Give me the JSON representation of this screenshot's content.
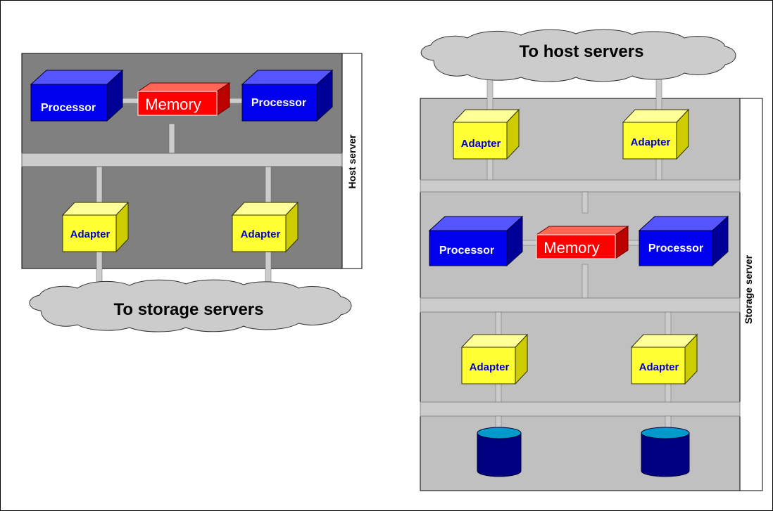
{
  "host": {
    "caption": "Host server",
    "processor_left": "Processor",
    "memory": "Memory",
    "processor_right": "Processor",
    "adapter_left": "Adapter",
    "adapter_right": "Adapter",
    "cloud": "To storage servers"
  },
  "storage": {
    "caption": "Storage server",
    "cloud": "To host servers",
    "top_adapter_left": "Adapter",
    "top_adapter_right": "Adapter",
    "processor_left": "Processor",
    "memory": "Memory",
    "processor_right": "Processor",
    "bottom_adapter_left": "Adapter",
    "bottom_adapter_right": "Adapter",
    "disk_left": "disk",
    "disk_right": "disk"
  },
  "colors": {
    "panel": "#808080",
    "storage_panel": "#c0c0c0",
    "bus": "#cccccc",
    "processor": "#0000ee",
    "memory": "#ff0000",
    "adapter": "#ffff33",
    "adapter_text": "#0000cc",
    "cloud": "#cccccc",
    "disk": "#000080",
    "disk_top": "#0099cc"
  },
  "icons": {
    "processor": "3d-box-blue",
    "memory": "3d-box-red",
    "adapter": "3d-cube-yellow",
    "cloud": "cloud-shape",
    "disk": "cylinder-disk"
  }
}
